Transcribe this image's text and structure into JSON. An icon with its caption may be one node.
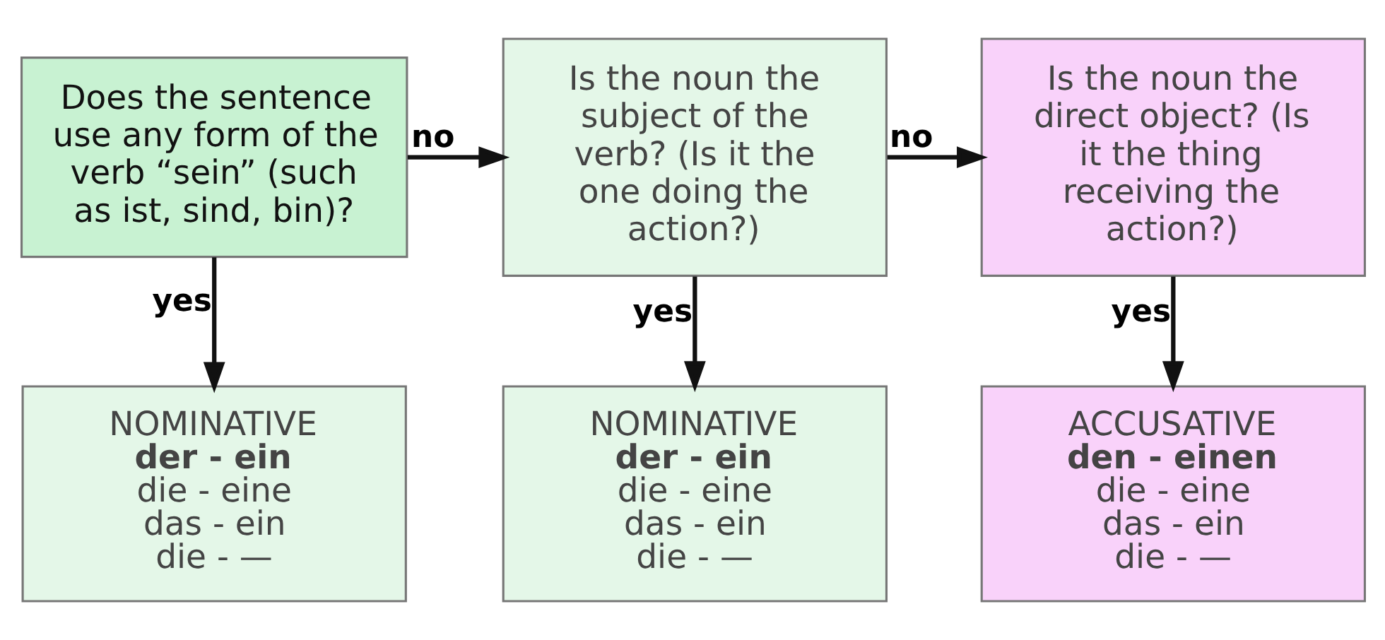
{
  "diagram": {
    "nodes": [
      {
        "text": [
          "Does the sentence use any form of the verb “sein” (such as ist, sind, bin)?"
        ]
      },
      {
        "text": [
          "Is the noun the subject of the verb? (Is it the one doing the action?)"
        ]
      },
      {
        "text": [
          "Is the noun the direct object? (Is it the thing receiving the action?)"
        ]
      },
      {
        "text": [
          "NOMINATIVE",
          "der - ein",
          "die - eine",
          "das - ein",
          "die - —"
        ]
      },
      {
        "text": [
          "NOMINATIVE",
          "der - ein",
          "die - eine",
          "das - ein",
          "die - —"
        ]
      },
      {
        "text": [
          "ACCUSATIVE",
          "den - einen",
          "die - eine",
          "das - ein",
          "die - —"
        ]
      }
    ],
    "edges": [
      {
        "from": 0,
        "to": 1,
        "arrow": "to",
        "label": "no"
      },
      {
        "from": 1,
        "to": 2,
        "arrow": "to",
        "label": "no"
      },
      {
        "from": 0,
        "to": 3,
        "arrow": "to",
        "label": "yes"
      },
      {
        "from": 1,
        "to": 4,
        "arrow": "to",
        "label": "yes"
      },
      {
        "from": 2,
        "to": 5,
        "arrow": "to",
        "label": "yes"
      }
    ]
  }
}
